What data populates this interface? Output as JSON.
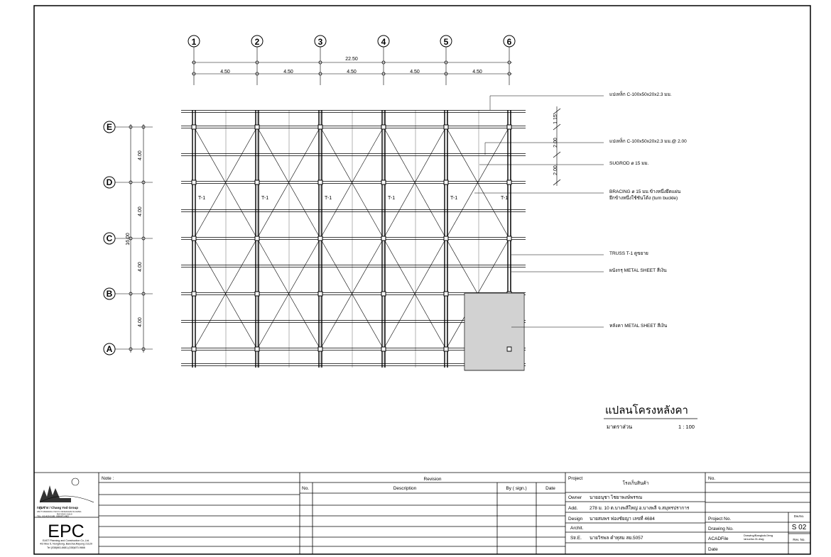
{
  "grid": {
    "columns": [
      "1",
      "2",
      "3",
      "4",
      "5",
      "6"
    ],
    "rows": [
      "E",
      "D",
      "C",
      "B",
      "A"
    ],
    "total_width": "22.50",
    "bay_widths": [
      "4.50",
      "4.50",
      "4.50",
      "4.50",
      "4.50"
    ],
    "total_depth": "16.00",
    "bay_depths": [
      "4.00",
      "4.00",
      "4.00",
      "4.00"
    ],
    "right_dims": [
      "1.15",
      "2.00",
      "2.00"
    ],
    "truss_label": "T-1"
  },
  "annotations": [
    "แปเหล็ก C-100x50x20x2.3 มม.",
    "แปเหล็ก C-100x50x20x2.3 มม.@ 2.00",
    "SUGROD ø 15 มม.",
    "BRACING ø 15 มม.ข้างหนึ่งยึดแผ่น",
    "ยึกข้างหนึ่งใช้ชันโต้ง (turn buckle)",
    "TRUSS T-1 ดูขยาย",
    "ผนังกรุ METAL SHEET สีเงิน",
    "หลังคา METAL SHEET สีเงิน"
  ],
  "drawing_title": "แปลนโครงหลังคา",
  "scale_label": "มาตราส่วน",
  "scale_value": "1 : 100",
  "title_block": {
    "logo_line1": "กลุ่มช่าง / Chang Yod Group",
    "logo_line2": "182 TUNGMAN 2 SOI 9 YANGKUAN KLUANG",
    "logo_line3": "RAYONG 21110",
    "logo_line4": "TEL. (01)429-2185, (038)671-802",
    "company": "EPC",
    "company_full": "EAST Planning and Construction Co.,Ltd.",
    "company_addr": "4/3 Moo 5, Nongbong, Banchai,Rayong 21120",
    "company_tel": "Tel (038)661-6681,(038)670-9666",
    "note_label": "Note :",
    "revision_label": "Revision",
    "rev_no": "No.",
    "rev_desc": "Description",
    "rev_by": "By ( sign.)",
    "rev_date": "Date",
    "project_label": "Project",
    "project_value": "โรงเก็บสินค้า",
    "owner_label": "Owner",
    "owner_value": "นายอนุชา ไชยาพงษ์พรรณ",
    "add_label": "Add.",
    "add_value": "278 ม. 10 ต.บางพลีใหญ่ อ.บางพลี จ.สมุทรปราการ",
    "design_label": "Design",
    "design_value": "นายสมพร ฟองชัยญา เลขที่ 4684",
    "archit_label": "Archit.",
    "stre_label": "Str.E.",
    "stre_value": "นายวิรพล คำทุสม สย.5057",
    "no_label": "No.",
    "project_no_label": "Project No.",
    "drawing_no_label": "Drawing No.",
    "acad_label": "ACADFile",
    "acad_value1": "Drawing/Bangkok/Jeng",
    "acad_value2": "/anucha-01.dwg",
    "date_label": "Date",
    "dwg_no_label": "Dw.No.",
    "dwg_no_value": "S 02",
    "rev_no_label": "Rev. No."
  }
}
